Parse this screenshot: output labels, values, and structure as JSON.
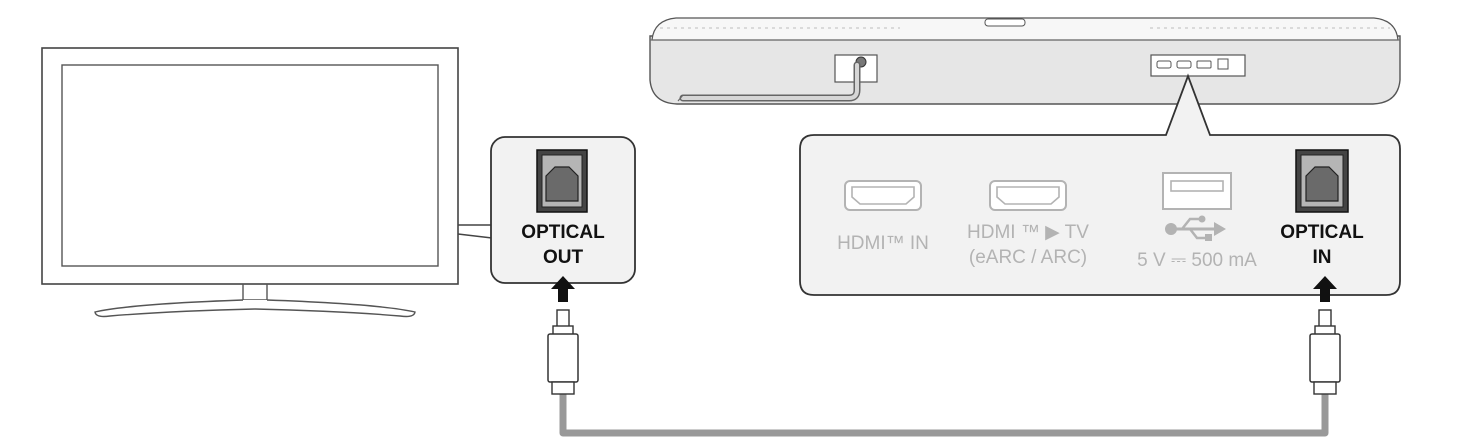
{
  "tv_port": {
    "label_line1": "OPTICAL",
    "label_line2": "OUT"
  },
  "soundbar_panel": {
    "ports": [
      {
        "name": "hdmi-in",
        "label_line1": "HDMI™ IN",
        "label_line2": ""
      },
      {
        "name": "hdmi-tv",
        "label_line1": "HDMI ™  ▶ TV",
        "label_line2": "(eARC / ARC)"
      },
      {
        "name": "usb",
        "label_line1": "",
        "label_line2": "5 V ⎓ 500 mA"
      },
      {
        "name": "optical-in",
        "label_line1": "OPTICAL",
        "label_line2": "IN"
      }
    ]
  },
  "colors": {
    "outline": "#333333",
    "panel_fill": "#f2f2f2",
    "disabled_port": "#b3b3b3",
    "cable": "#999999",
    "soundbar_fill": "#e6e6e6"
  },
  "icons": {
    "tv": "television-icon",
    "soundbar": "soundbar-icon",
    "optical": "optical-port-icon",
    "hdmi": "hdmi-port-icon",
    "usb": "usb-port-icon",
    "usb_symbol": "usb-symbol-icon",
    "arrow": "arrow-up-icon",
    "plug": "optical-plug-icon",
    "cable": "optical-cable"
  }
}
